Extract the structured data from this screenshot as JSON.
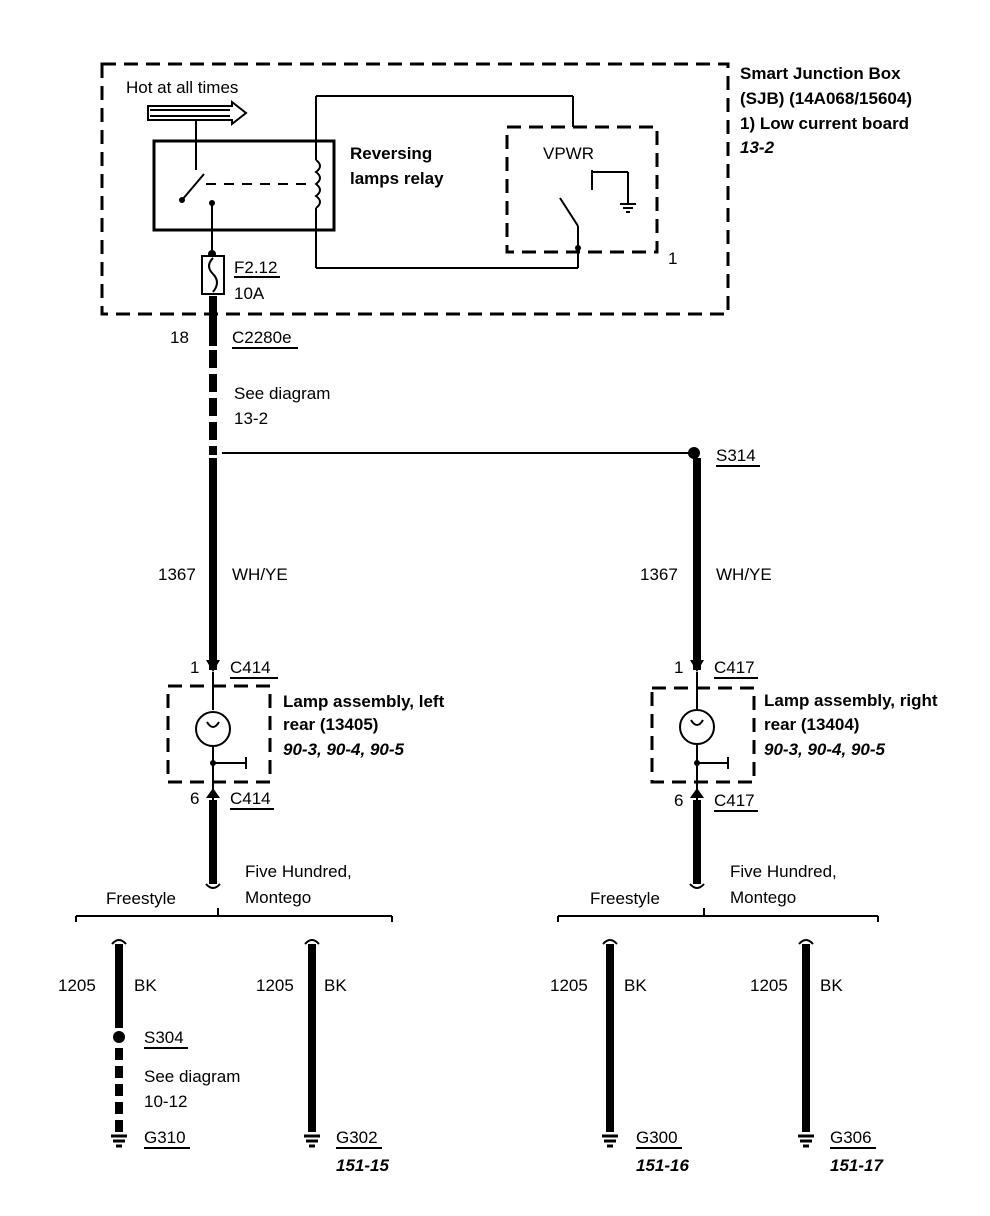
{
  "sjb": {
    "title": "Smart Junction Box",
    "line2": "(SJB) (14A068/15604)",
    "line3": "1)   Low current board",
    "ref": "13-2",
    "hot_label": "Hot at all times",
    "relay_label_1": "Reversing",
    "relay_label_2": "lamps relay",
    "vpwr_label": "VPWR",
    "vpwr_pin": "1",
    "fuse_id": "F2.12",
    "fuse_rating": "10A"
  },
  "connector_c2280e": {
    "pin": "18",
    "name": "C2280e"
  },
  "see_diagram_top": {
    "line1": "See diagram",
    "line2": "13-2"
  },
  "splice_s314": "S314",
  "left_wire": {
    "circuit": "1367",
    "color": "WH/YE"
  },
  "right_wire": {
    "circuit": "1367",
    "color": "WH/YE"
  },
  "left_lamp": {
    "pin_in": "1",
    "conn_in": "C414",
    "title_1": "Lamp assembly, left",
    "title_2": "rear (13405)",
    "refs": "90-3, 90-4, 90-5",
    "pin_out": "6",
    "conn_out": "C414"
  },
  "right_lamp": {
    "pin_in": "1",
    "conn_in": "C417",
    "title_1": "Lamp assembly, right",
    "title_2": "rear (13404)",
    "refs": "90-3, 90-4, 90-5",
    "pin_out": "6",
    "conn_out": "C417"
  },
  "left_branch": {
    "freestyle": "Freestyle",
    "other_1": "Five Hundred,",
    "other_2": "Montego"
  },
  "right_branch": {
    "freestyle": "Freestyle",
    "other_1": "Five Hundred,",
    "other_2": "Montego"
  },
  "grounds": [
    {
      "circuit": "1205",
      "color": "BK",
      "splice": "S304",
      "see_1": "See diagram",
      "see_2": "10-12",
      "ground": "G310",
      "ref": ""
    },
    {
      "circuit": "1205",
      "color": "BK",
      "ground": "G302",
      "ref": "151-15"
    },
    {
      "circuit": "1205",
      "color": "BK",
      "ground": "G300",
      "ref": "151-16"
    },
    {
      "circuit": "1205",
      "color": "BK",
      "ground": "G306",
      "ref": "151-17"
    }
  ],
  "colors": {
    "ink": "#000000",
    "paper": "#ffffff"
  }
}
